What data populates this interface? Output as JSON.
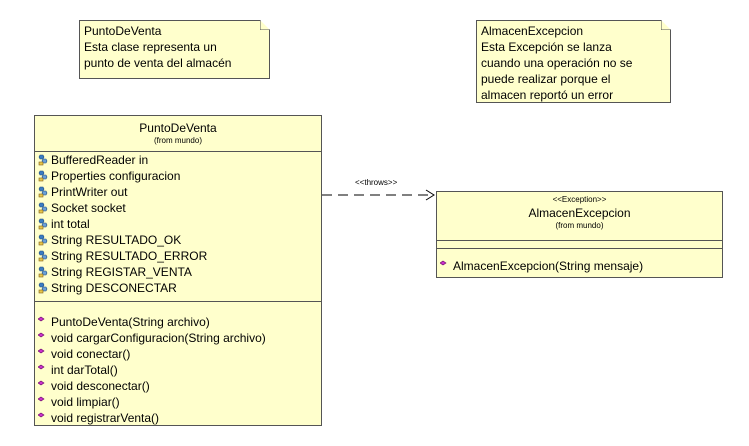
{
  "notes": [
    {
      "lines": [
        "PuntoDeVenta",
        "Esta clase representa un",
        "punto de venta del almacén"
      ]
    },
    {
      "lines": [
        "AlmacenExcepcion",
        "Esta Excepción se lanza",
        "cuando una operación no se",
        "puede realizar porque el",
        "almacen reportó un error"
      ]
    }
  ],
  "classes": {
    "punto_de_venta": {
      "name": "PuntoDeVenta",
      "package": "(from mundo)",
      "attributes": [
        "BufferedReader in",
        "Properties configuracion",
        "PrintWriter out",
        "Socket socket",
        "int total",
        "String RESULTADO_OK",
        "String RESULTADO_ERROR",
        "String REGISTAR_VENTA",
        "String DESCONECTAR"
      ],
      "operations": [
        "PuntoDeVenta(String archivo)",
        "void cargarConfiguracion(String archivo)",
        "void conectar()",
        "int darTotal()",
        "void desconectar()",
        "void limpiar()",
        "void registrarVenta()"
      ]
    },
    "almacen_excepcion": {
      "stereotype": "<<Exception>>",
      "name": "AlmacenExcepcion",
      "package": "(from mundo)",
      "attributes": [],
      "operations": [
        "AlmacenExcepcion(String mensaje)"
      ]
    }
  },
  "relations": [
    {
      "label": "<<throws>>",
      "from": "PuntoDeVenta",
      "to": "AlmacenExcepcion",
      "style": "dashed",
      "arrow": "open"
    }
  ],
  "colors": {
    "fill": "#ffffcc",
    "border": "#555555",
    "attr_icon": "#1a60a8",
    "op_icon": "#cc33cc"
  }
}
